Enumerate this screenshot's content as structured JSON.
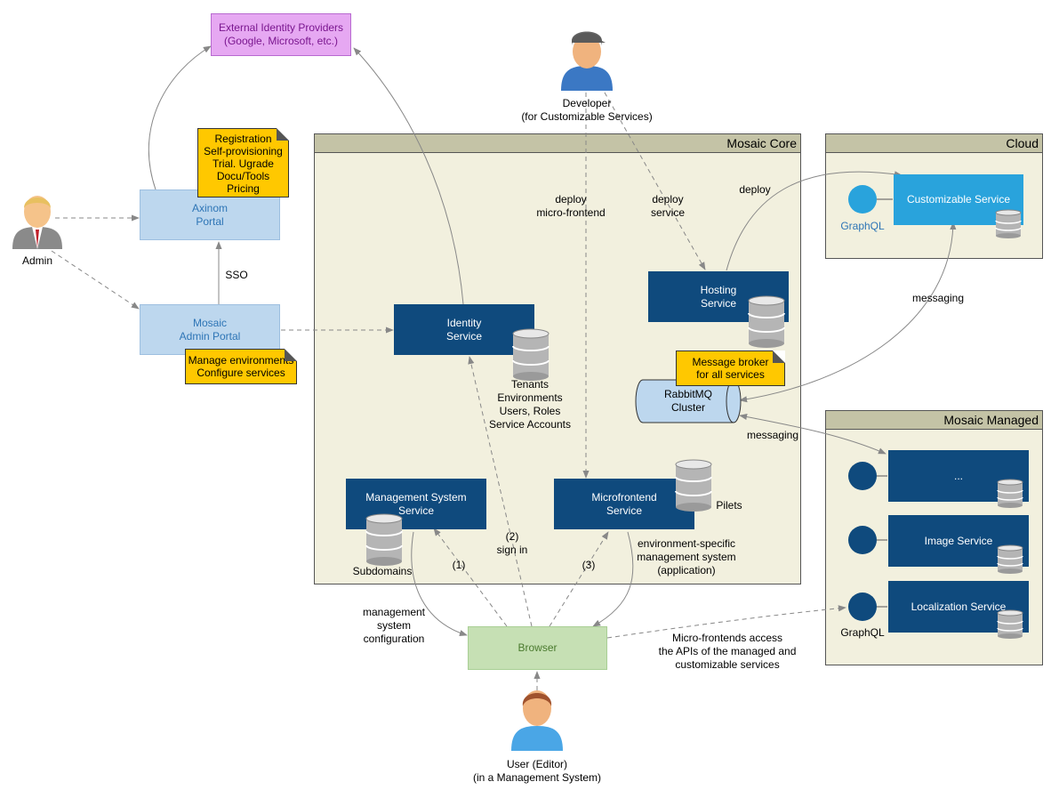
{
  "containers": {
    "core": "Mosaic Core",
    "cloud": "Cloud",
    "managed": "Mosaic Managed"
  },
  "actors": {
    "developer": "Developer\n(for Customizable Services)",
    "admin": "Admin",
    "user": "User (Editor)\n(in a Management System)"
  },
  "boxes": {
    "idp": "External Identity Providers\n(Google, Microsoft, etc.)",
    "axinom_portal": "Axinom\nPortal",
    "admin_portal": "Mosaic\nAdmin Portal",
    "identity_service": "Identity\nService",
    "hosting_service": "Hosting\nService",
    "management_service": "Management System\nService",
    "microfrontend_service": "Microfrontend\nService",
    "customizable_service": "Customizable Service",
    "ellipsis_service": "...",
    "image_service": "Image Service",
    "localization_service": "Localization Service",
    "browser": "Browser",
    "rabbitmq": "RabbitMQ\nCluster"
  },
  "notes": {
    "axinom": "Registration\nSelf-provisioning\nTrial. Ugrade\nDocu/Tools\nPricing",
    "admin": "Manage environments\nConfigure services",
    "broker": "Message broker\nfor all services"
  },
  "labels": {
    "sso": "SSO",
    "deploy_mf": "deploy\nmicro-frontend",
    "deploy_service": "deploy\nservice",
    "deploy": "deploy",
    "messaging1": "messaging",
    "messaging2": "messaging",
    "identity_db": "Tenants\nEnvironments\nUsers, Roles\nService Accounts",
    "pilets": "Pilets",
    "subdomains": "Subdomains",
    "step1": "(1)",
    "step2": "(2)\nsign in",
    "step3": "(3)",
    "env_specific": "environment-specific\nmanagement system\n(application)",
    "mgmt_config": "management\nsystem\nconfiguration",
    "mf_access": "Micro-frontends access\nthe APIs of the managed and\ncustomizable services",
    "graphql_cloud": "GraphQL",
    "graphql_managed": "GraphQL"
  },
  "colors": {
    "service": "#0f4a7d",
    "portal": "#bdd7ee",
    "idp": "#e6a8f2",
    "browser": "#c6e0b4",
    "note": "#ffc800",
    "container": "#f2f0de",
    "customizable": "#29a3dc"
  }
}
